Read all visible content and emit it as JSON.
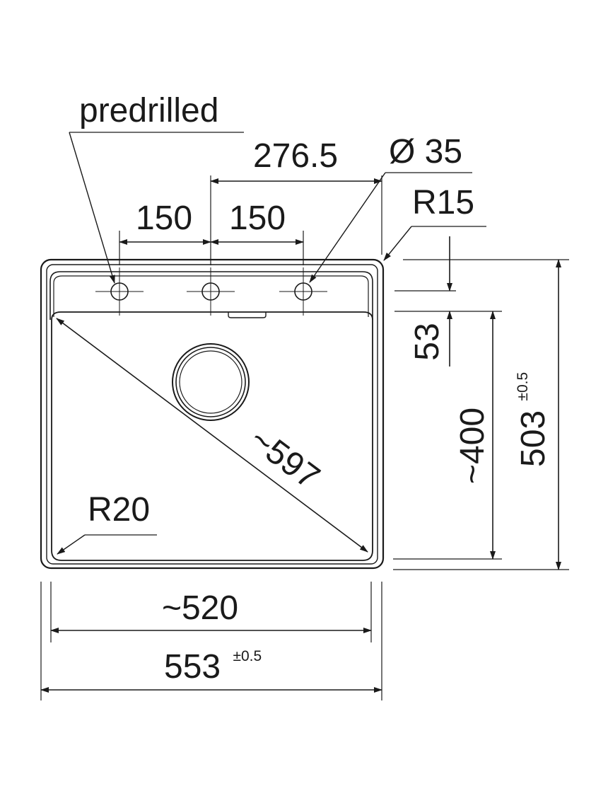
{
  "labels": {
    "predrilled": "predrilled",
    "dim_276": "276.5",
    "dim_150_left": "150",
    "dim_150_right": "150",
    "diameter": "Ø 35",
    "radius_15": "R15",
    "dim_53": "53",
    "dim_400": "~400",
    "dim_503": "503",
    "tol_503": "±0.5",
    "diagonal": "~597",
    "radius_20": "R20",
    "dim_520": "~520",
    "dim_553": "553",
    "tol_553": "±0.5"
  },
  "colors": {
    "line": "#1a1a1a",
    "background": "#ffffff"
  }
}
